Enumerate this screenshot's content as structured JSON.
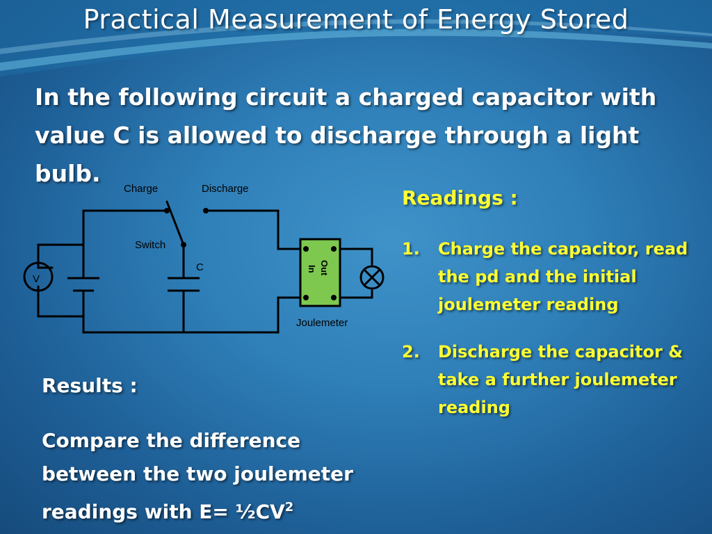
{
  "slide": {
    "title": "Practical Measurement of Energy Stored",
    "intro": "In the following circuit a charged capacitor with value C is allowed to discharge through a light bulb."
  },
  "circuit": {
    "label_charge": "Charge",
    "label_discharge": "Discharge",
    "label_switch": "Switch",
    "label_capacitor": "C",
    "label_voltmeter": "V",
    "label_in": "In",
    "label_out": "Out",
    "label_joulemeter": "Joulemeter",
    "joulemeter_color": "#7ec850"
  },
  "readings": {
    "heading": "Readings :",
    "items": [
      {
        "num": "1.",
        "text": "Charge the capacitor, read the pd and the initial joulemeter reading"
      },
      {
        "num": "2.",
        "text": "Discharge the capacitor & take a further joulemeter reading"
      }
    ],
    "color": "#ffff33"
  },
  "results": {
    "heading": "Results :",
    "text": "Compare the difference between the two joulemeter readings with E= ½CV",
    "exponent": "2"
  }
}
